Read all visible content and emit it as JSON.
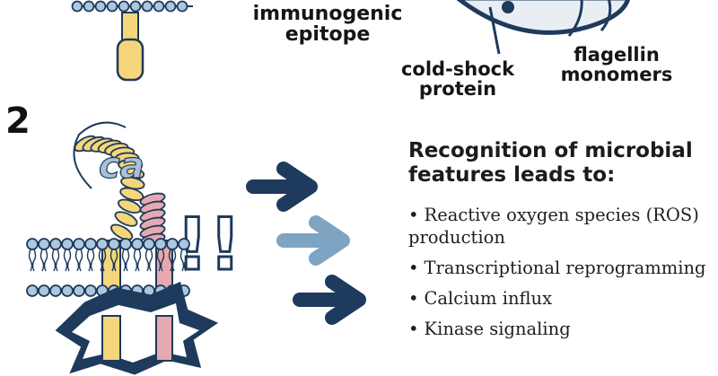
{
  "labels": {
    "epitope": "immunogenic\nepitope",
    "cold_shock": "cold-shock\nprotein",
    "flagellin": "flagellin\nmonomers"
  },
  "step_number": "2",
  "heading": "Recognition of microbial features leads to:",
  "outcomes": [
    "Reactive oxygen species (ROS) production",
    "Transcriptional reprogramming",
    "Calcium influx",
    "Kinase signaling"
  ],
  "bullet": "•",
  "ligand_glyph": "ca",
  "alarm_glyph": "!!",
  "colors": {
    "navy": "#1e3a5c",
    "light_blue": "#7ea4c4",
    "membrane": "#aec7e0",
    "yellow": "#f5d67a",
    "pink": "#e8a8b0",
    "panel_fill": "#e8eef3"
  }
}
